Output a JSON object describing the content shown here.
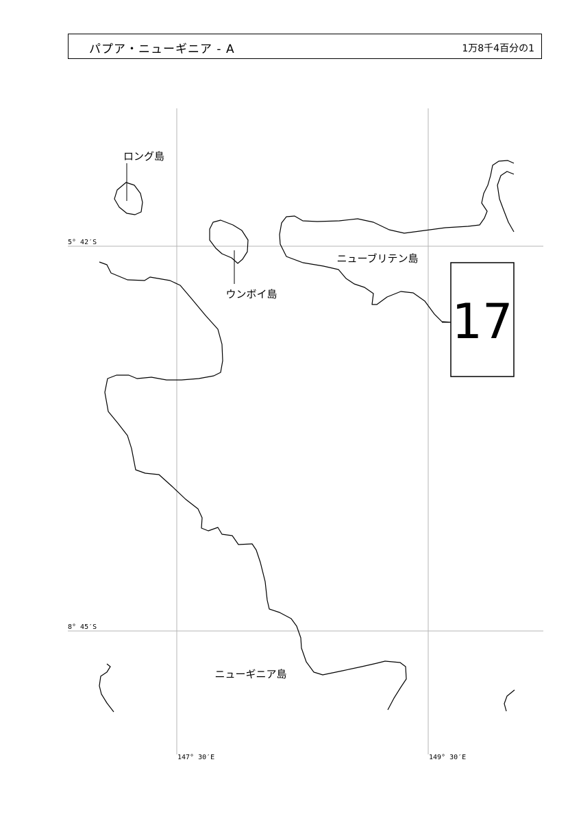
{
  "header": {
    "title": "パプア・ニューギニア - A",
    "scale": "1万8千4百分の1"
  },
  "map": {
    "sheet_number": "17",
    "labels": {
      "long_island": "ロング島",
      "umboi_island": "ウンボイ島",
      "new_britain": "ニューブリテン島",
      "new_guinea": "ニューギニア島"
    },
    "latitudes": {
      "top": "5° 42′S",
      "bottom": "8° 45′S"
    },
    "longitudes": {
      "left": "147° 30′E",
      "right": "149° 30′E"
    }
  }
}
